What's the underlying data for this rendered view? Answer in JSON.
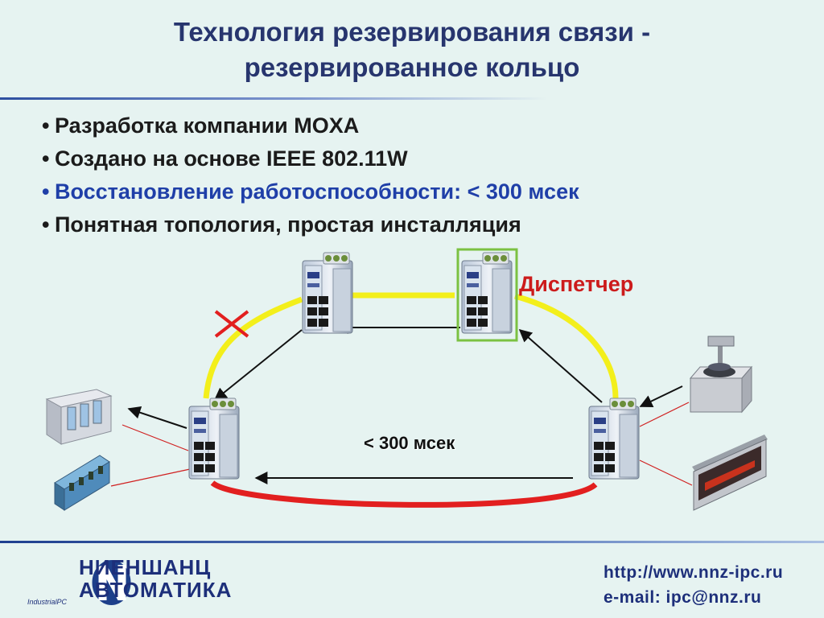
{
  "title": {
    "line1": "Технология резервирования связи -",
    "line2": "резервированное кольцо"
  },
  "bullets": [
    {
      "text": "Разработка компании MOXA",
      "highlight": false
    },
    {
      "text": "Создано на основе IEEE 802.11W",
      "highlight": false
    },
    {
      "text": "Восстановление работоспособности: < 300 мсек",
      "highlight": true
    },
    {
      "text": "Понятная топология, простая инсталляция",
      "highlight": false
    }
  ],
  "bullet_symbol": "•",
  "diagram": {
    "dispatcher_label": "Диспетчер",
    "recovery_time_label": "< 300 мсек",
    "ring_color": "#f3ef1b",
    "restored_link_color": "#e21f1f",
    "fault_mark_color": "#e21f1f",
    "dispatcher_highlight_color": "#7bc142",
    "devices": [
      "switch-top-left",
      "switch-top-right-dispatcher",
      "switch-bottom-left",
      "switch-bottom-right",
      "control-cabinet",
      "plc-module",
      "machine-terminal",
      "led-sign-board"
    ]
  },
  "logo": {
    "line1": "НИЕНШАНЦ",
    "line2": "АВТОМАТИКА",
    "subline": "IndustrialPC"
  },
  "contacts": {
    "url": "http://www.nnz-ipc.ru",
    "email": "e-mail: ipc@nnz.ru"
  },
  "colors": {
    "title": "#27356e",
    "highlight_text": "#1f3fa8",
    "background": "#e6f3f1"
  }
}
